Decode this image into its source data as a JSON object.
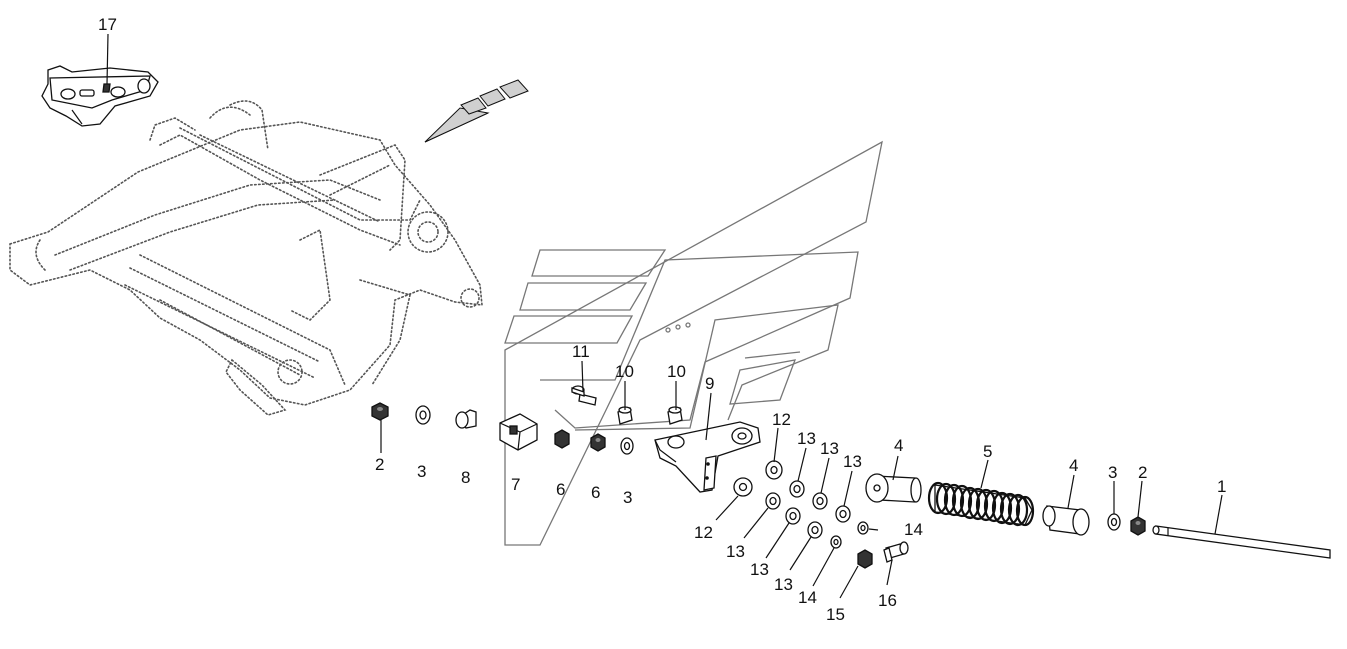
{
  "labels": {
    "p1": "1",
    "p2a": "2",
    "p2b": "2",
    "p3a": "3",
    "p3b": "3",
    "p3c": "3",
    "p4a": "4",
    "p4b": "4",
    "p5": "5",
    "p6a": "6",
    "p6b": "6",
    "p7": "7",
    "p8": "8",
    "p9": "9",
    "p10a": "10",
    "p10b": "10",
    "p11": "11",
    "p12a": "12",
    "p12b": "12",
    "p13a": "13",
    "p13b": "13",
    "p13c": "13",
    "p13d": "13",
    "p13e": "13",
    "p13f": "13",
    "p14a": "14",
    "p14b": "14",
    "p15": "15",
    "p16": "16",
    "p17": "17"
  }
}
